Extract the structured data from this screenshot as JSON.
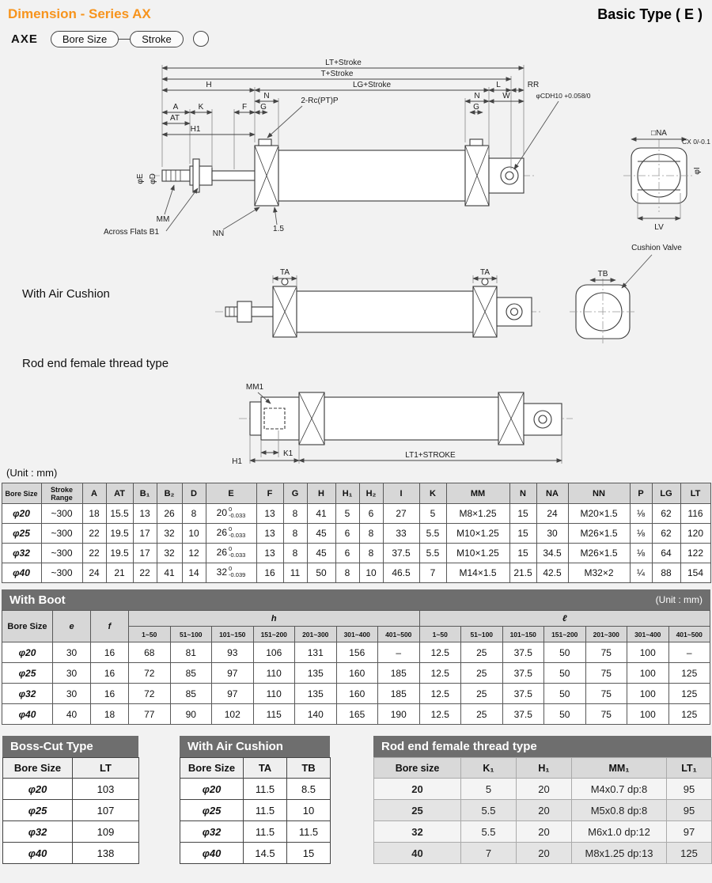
{
  "header": {
    "title": "Dimension - Series AX",
    "subtitle": "Basic Type ( E )"
  },
  "model": {
    "code": "AXE",
    "pill1": "Bore Size",
    "pill2": "Stroke"
  },
  "unit_note": "(Unit : mm)",
  "diagram": {
    "section2_label": "With Air Cushion",
    "section3_label": "Rod end female thread type",
    "dims": {
      "lt_stroke": "LT+Stroke",
      "t_stroke": "T+Stroke",
      "h": "H",
      "lg_stroke": "LG+Stroke",
      "l": "L",
      "rr": "RR",
      "n": "N",
      "a": "A",
      "k": "K",
      "f": "F",
      "g": "G",
      "w": "W",
      "port": "2-Rc(PT)P",
      "at": "AT",
      "h1": "H1",
      "phi_e": "φE",
      "phi_d": "φD",
      "mm": "MM",
      "across_flats": "Across Flats B1",
      "nn": "NN",
      "chamfer": "1.5",
      "cd": "φCDH10 +0.058/0",
      "na": "□NA",
      "cx": "CX 0/-0.1",
      "phi_i": "φI",
      "lv": "LV",
      "ta": "TA",
      "tb": "TB",
      "cushion_valve": "Cushion Valve",
      "mm1": "MM1",
      "k1": "K1",
      "lt1_stroke": "LT1+STROKE"
    }
  },
  "main_table": {
    "headers": [
      "Bore Size",
      "Stroke Range",
      "A",
      "AT",
      "B₁",
      "B₂",
      "D",
      "E",
      "F",
      "G",
      "H",
      "H₁",
      "H₂",
      "I",
      "K",
      "MM",
      "N",
      "NA",
      "NN",
      "P",
      "LG",
      "LT"
    ],
    "rows": [
      [
        "φ20",
        "~300",
        "18",
        "15.5",
        "13",
        "26",
        "8",
        {
          "v": "20",
          "t": "0",
          "b": "-0.033"
        },
        "13",
        "8",
        "41",
        "5",
        "6",
        "27",
        "5",
        "M8×1.25",
        "15",
        "24",
        "M20×1.5",
        "⅛",
        "62",
        "116"
      ],
      [
        "φ25",
        "~300",
        "22",
        "19.5",
        "17",
        "32",
        "10",
        {
          "v": "26",
          "t": "0",
          "b": "-0.033"
        },
        "13",
        "8",
        "45",
        "6",
        "8",
        "33",
        "5.5",
        "M10×1.25",
        "15",
        "30",
        "M26×1.5",
        "⅛",
        "62",
        "120"
      ],
      [
        "φ32",
        "~300",
        "22",
        "19.5",
        "17",
        "32",
        "12",
        {
          "v": "26",
          "t": "0",
          "b": "-0.033"
        },
        "13",
        "8",
        "45",
        "6",
        "8",
        "37.5",
        "5.5",
        "M10×1.25",
        "15",
        "34.5",
        "M26×1.5",
        "⅛",
        "64",
        "122"
      ],
      [
        "φ40",
        "~300",
        "24",
        "21",
        "22",
        "41",
        "14",
        {
          "v": "32",
          "t": "0",
          "b": "-0.039"
        },
        "16",
        "11",
        "50",
        "8",
        "10",
        "46.5",
        "7",
        "M14×1.5",
        "21.5",
        "42.5",
        "M32×2",
        "¼",
        "88",
        "154"
      ]
    ]
  },
  "with_boot": {
    "title": "With Boot",
    "unit": "(Unit : mm)",
    "col_bore": "Bore Size",
    "col_e": "e",
    "col_f": "f",
    "col_h": "h",
    "col_l": "ℓ",
    "range_row": [
      "1~50",
      "51~100",
      "101~150",
      "151~200",
      "201~300",
      "301~400",
      "401~500",
      "1~50",
      "51~100",
      "101~150",
      "151~200",
      "201~300",
      "301~400",
      "401~500"
    ],
    "rows": [
      [
        "φ20",
        "30",
        "16",
        "68",
        "81",
        "93",
        "106",
        "131",
        "156",
        "–",
        "12.5",
        "25",
        "37.5",
        "50",
        "75",
        "100",
        "–"
      ],
      [
        "φ25",
        "30",
        "16",
        "72",
        "85",
        "97",
        "110",
        "135",
        "160",
        "185",
        "12.5",
        "25",
        "37.5",
        "50",
        "75",
        "100",
        "125"
      ],
      [
        "φ32",
        "30",
        "16",
        "72",
        "85",
        "97",
        "110",
        "135",
        "160",
        "185",
        "12.5",
        "25",
        "37.5",
        "50",
        "75",
        "100",
        "125"
      ],
      [
        "φ40",
        "40",
        "18",
        "77",
        "90",
        "102",
        "115",
        "140",
        "165",
        "190",
        "12.5",
        "25",
        "37.5",
        "50",
        "75",
        "100",
        "125"
      ]
    ]
  },
  "boss_cut": {
    "title": "Boss-Cut Type",
    "headers": [
      "Bore Size",
      "LT"
    ],
    "rows": [
      [
        "φ20",
        "103"
      ],
      [
        "φ25",
        "107"
      ],
      [
        "φ32",
        "109"
      ],
      [
        "φ40",
        "138"
      ]
    ]
  },
  "air_cushion": {
    "title": "With Air Cushion",
    "headers": [
      "Bore Size",
      "TA",
      "TB"
    ],
    "rows": [
      [
        "φ20",
        "11.5",
        "8.5"
      ],
      [
        "φ25",
        "11.5",
        "10"
      ],
      [
        "φ32",
        "11.5",
        "11.5"
      ],
      [
        "φ40",
        "14.5",
        "15"
      ]
    ]
  },
  "rod_end": {
    "title": "Rod end female thread type",
    "headers": [
      "Bore size",
      "K₁",
      "H₁",
      "MM₁",
      "LT₁"
    ],
    "rows": [
      [
        "20",
        "5",
        "20",
        "M4x0.7 dp:8",
        "95"
      ],
      [
        "25",
        "5.5",
        "20",
        "M5x0.8 dp:8",
        "95"
      ],
      [
        "32",
        "5.5",
        "20",
        "M6x1.0 dp:12",
        "97"
      ],
      [
        "40",
        "7",
        "20",
        "M8x1.25 dp:13",
        "125"
      ]
    ]
  }
}
